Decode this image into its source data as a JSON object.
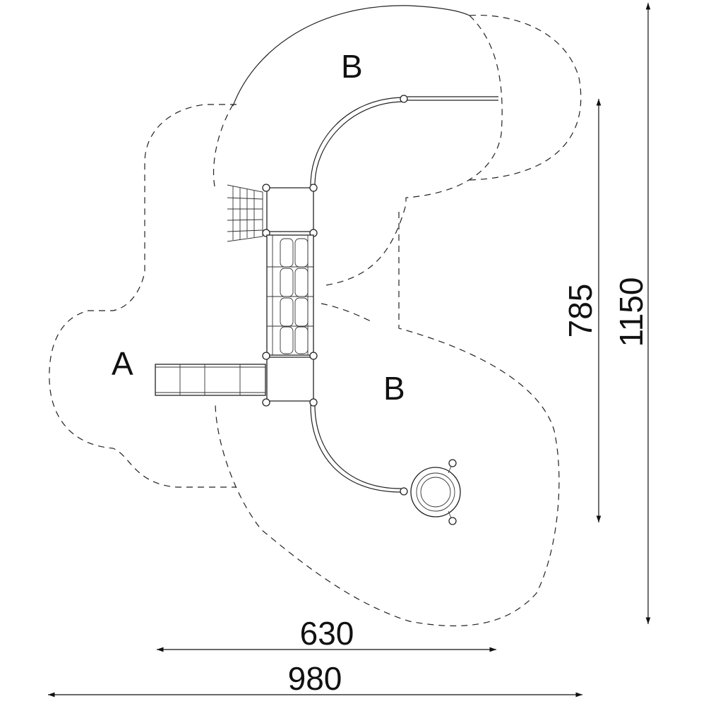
{
  "zones": {
    "a_label": "A",
    "b_top_label": "B",
    "b_bottom_label": "B"
  },
  "dimensions": {
    "inner_width": "630",
    "outer_width": "980",
    "inner_height": "785",
    "outer_height": "1150"
  }
}
